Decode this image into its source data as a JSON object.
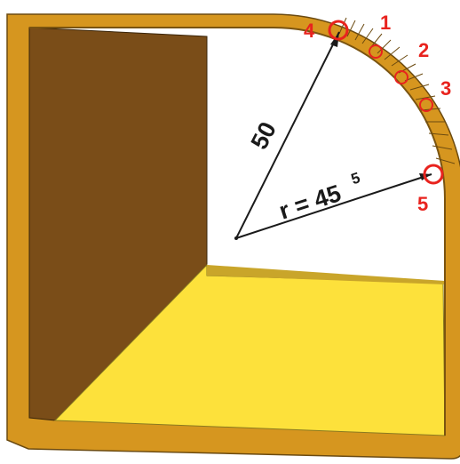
{
  "diagram": {
    "dimension_label": "50",
    "radius_label": "r = 45",
    "radius_superscript": "5",
    "point_labels": [
      "1",
      "2",
      "3",
      "4",
      "5"
    ]
  },
  "colors": {
    "frame_gold": "#d6961f",
    "frame_edge": "#7a5410",
    "left_wall": "#7a4d18",
    "floor": "#fde13b",
    "marker_red": "#e8231e",
    "line_dark": "#1a1a1a"
  }
}
